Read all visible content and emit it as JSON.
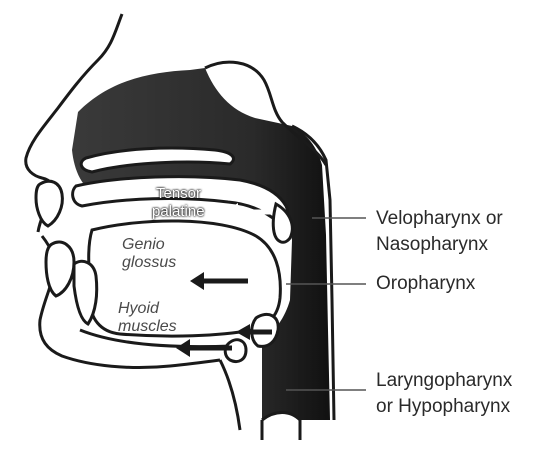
{
  "labels": {
    "velopharynx_line1": "Velopharynx or",
    "velopharynx_line2": "Nasopharynx",
    "oropharynx": "Oropharynx",
    "laryngopharynx_line1": "Laryngopharynx",
    "laryngopharynx_line2": "or Hypopharynx",
    "genio_line1": "Genio",
    "genio_line2": "glossus",
    "hyoid_line1": "Hyoid",
    "hyoid_line2": "muscles",
    "tensor_line1": "Tensor",
    "tensor_line2": "palatine"
  },
  "colors": {
    "airway": "#2b2b2b",
    "outline": "#1a1a1a",
    "text": "#2a2a2a",
    "muscle_text": "#4a4a4a"
  }
}
